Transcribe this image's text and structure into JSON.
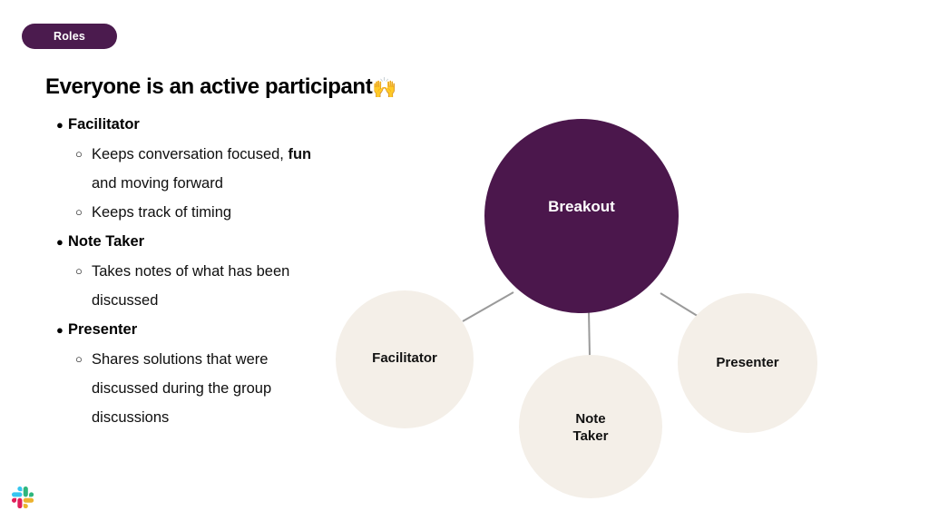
{
  "badge": {
    "label": "Roles"
  },
  "slide": {
    "title": "Everyone is an active participant",
    "title_emoji": "🙌"
  },
  "roles": [
    {
      "name": "Facilitator",
      "bullet_glyph": "●",
      "details": [
        {
          "text_html": "Keeps conversation focused, <b>fun</b> and moving forward",
          "bullet_glyph": "○"
        },
        {
          "text_html": "Keeps track of timing",
          "bullet_glyph": "○"
        }
      ]
    },
    {
      "name": "Note Taker",
      "bullet_glyph": "●",
      "details": [
        {
          "text_html": "Takes notes of what has been discussed",
          "bullet_glyph": "○"
        }
      ]
    },
    {
      "name": "Presenter",
      "bullet_glyph": "●",
      "details": [
        {
          "text_html": "Shares solutions that were discussed during the group discussions",
          "bullet_glyph": "○"
        }
      ]
    }
  ],
  "diagram": {
    "center_node": {
      "label": "Breakout"
    },
    "nodes": [
      {
        "label": "Facilitator"
      },
      {
        "label": "Note\nTaker"
      },
      {
        "label": "Presenter"
      }
    ],
    "connector_color": "#9a9a9a"
  },
  "colors": {
    "brand_purple": "#4B174C",
    "badge_purple": "#4B1B4E",
    "node_cream": "#F4EFE8",
    "background": "#FFFFFF",
    "text": "#000000"
  },
  "footer": {
    "logo_name": "slack-logo",
    "logo_colors": {
      "blue": "#36C5F0",
      "green": "#2EB67D",
      "red": "#E01E5A",
      "yellow": "#ECB22E"
    }
  }
}
